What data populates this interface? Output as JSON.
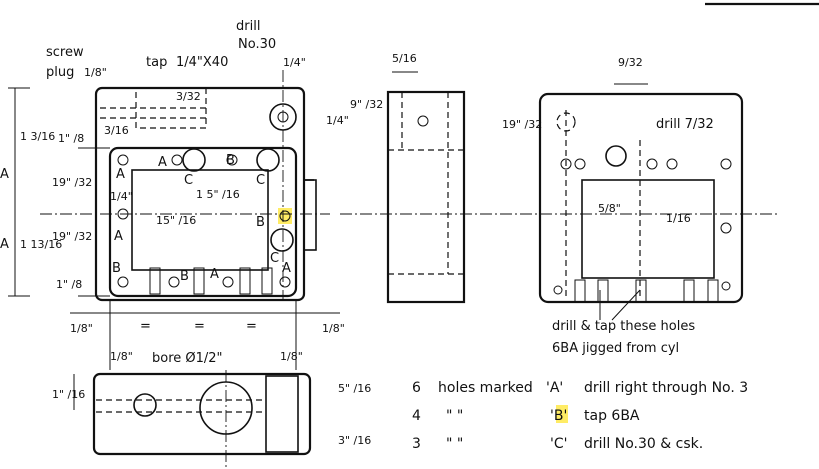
{
  "front_view": {
    "screw_plug": "screw",
    "plug": "plug",
    "plug_size": "1/8\"",
    "tap_label": "tap",
    "tap_size": "1/4\"X40",
    "drill_label": "drill",
    "drill_no": "No.30",
    "top_right_dim": "1/4\"",
    "right_dim": "1/4\"",
    "left_dim_total": "1 3/16",
    "left_dim_lower": "1 13/16",
    "dim_1_8_a": "1\" /8",
    "dim_19_32_a": "19\" /32",
    "dim_19_32_b": "19\" /32",
    "dim_1_8_b": "1\" /8",
    "dim_1_4": "1/4\"",
    "dim_15_16": "15\" /16",
    "dim_1_5_16": "1 5\" /16",
    "dim_3_32": "3/32",
    "dim_3_16": "3/16",
    "bottom_1_8_left": "1/8\"",
    "bottom_1_8_right": "1/8\"",
    "bottom_1_8_a": "1/8\"",
    "bottom_1_8_b": "1/8\"",
    "bore": "bore Ø1/2\"",
    "equal": "="
  },
  "hole_markers": {
    "A": "A",
    "B": "B",
    "C": "C"
  },
  "side_view": {
    "dim_5_16": "5/16",
    "dim_9_32": "9\" /32"
  },
  "right_view": {
    "dim_9_32": "9/32",
    "dim_19_32": "19\" /32",
    "drill_7_32": "drill 7/32",
    "dim_5_8": "5/8\"",
    "dim_1_16": "1/16",
    "drill_tap_note": "drill & tap these holes",
    "jig_note": "6BA jigged from cyl"
  },
  "plan_view": {
    "dim_1_16": "1\" /16",
    "dim_5_16": "5\" /16",
    "dim_3_16": "3\" /16"
  },
  "notes": [
    {
      "count": "6",
      "ditto": "holes marked",
      "marker": "'A'",
      "text": "drill right through No. 3"
    },
    {
      "count": "4",
      "ditto": "\"      \"",
      "marker": "'B'",
      "text": "tap 6BA"
    },
    {
      "count": "3",
      "ditto": "\"      \"",
      "marker": "'C'",
      "text": "drill No.30 & csk."
    }
  ],
  "colors": {
    "ink": "#111111",
    "highlight": "#ffe94a",
    "paper": "#ffffff"
  }
}
